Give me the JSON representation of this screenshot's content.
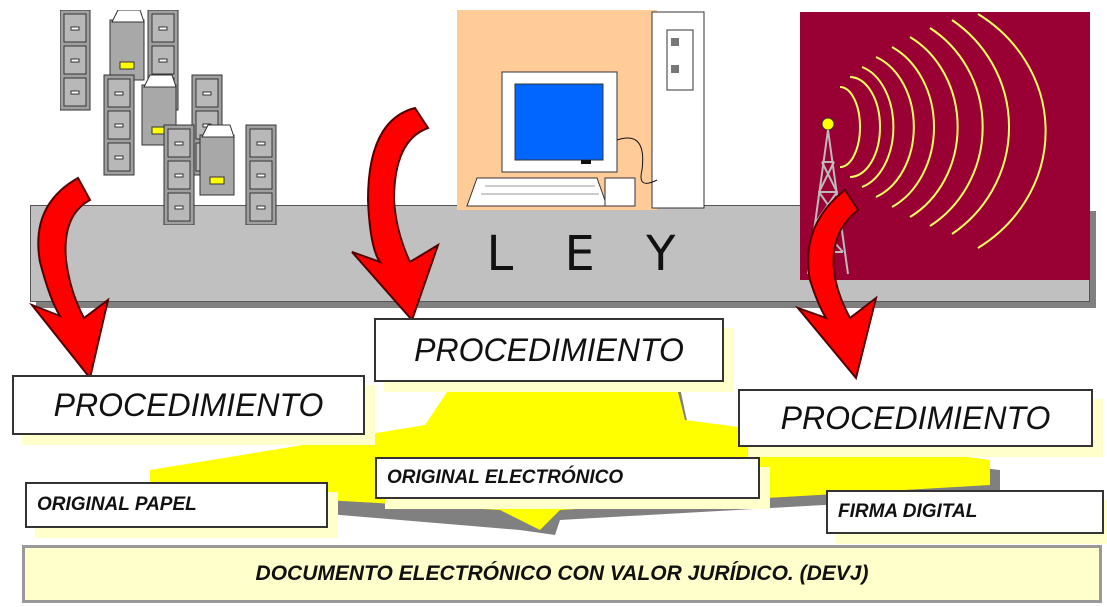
{
  "ley_label": "L E Y",
  "procedure_boxes": [
    {
      "label": "PROCEDIMIENTO"
    },
    {
      "label": "PROCEDIMIENTO"
    },
    {
      "label": "PROCEDIMIENTO"
    }
  ],
  "originals": [
    {
      "label": "ORIGINAL PAPEL"
    },
    {
      "label": "ORIGINAL ELECTRÓNICO"
    },
    {
      "label": "FIRMA DIGITAL"
    }
  ],
  "result_label": "DOCUMENTO ELECTRÓNICO CON VALOR JURÍDICO. (DEVJ)",
  "icons": [
    "filing-cabinet-icon",
    "computer-icon",
    "antenna-tower-icon"
  ],
  "colors": {
    "arrow_red": "#ff0000",
    "funnel_yellow": "#ffff00",
    "bar_gray": "#c0c0c0",
    "pane_orange": "#ffcc99",
    "pane_maroon": "#990033",
    "screen_blue": "#0066ff"
  }
}
